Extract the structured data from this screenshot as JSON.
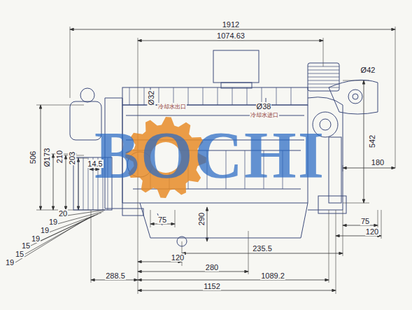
{
  "diagram": {
    "labels": [
      "1912",
      "1074.63",
      "Ø42",
      "Ø32",
      "冷却水出口",
      "Ø38",
      "冷却水进口",
      "BOCHI",
      "542",
      "506",
      "Ø173",
      "210",
      "203",
      "14.5",
      "180",
      "20",
      "19",
      "75",
      "290",
      "75",
      "19",
      "120",
      "19",
      "15",
      "235.5",
      "15",
      "120",
      "19",
      "280",
      "1089.2",
      "288.5",
      "1152"
    ]
  }
}
